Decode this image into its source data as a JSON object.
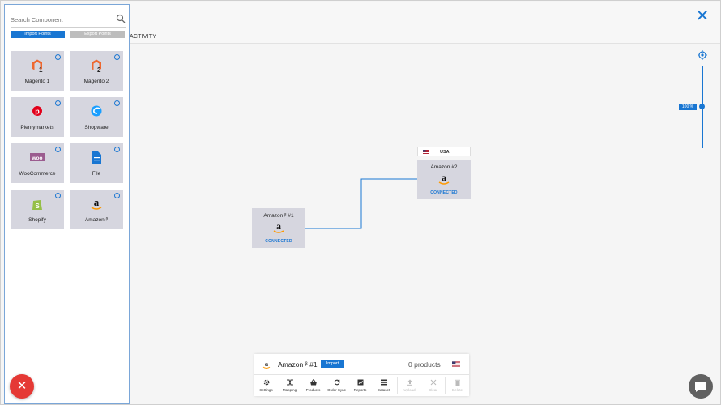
{
  "topbar": {
    "activity_tab": "ACTIVITY"
  },
  "panel": {
    "search": {
      "placeholder": "Search Component"
    },
    "import_label": "Import Points",
    "export_label": "Export Points",
    "components": [
      {
        "label": "Magento 1",
        "icon": "magento-1-icon"
      },
      {
        "label": "Magento 2",
        "icon": "magento-2-icon"
      },
      {
        "label": "Plentymarkets",
        "icon": "plentymarkets-icon"
      },
      {
        "label": "Shopware",
        "icon": "shopware-icon"
      },
      {
        "label": "WooCommerce",
        "icon": "woocommerce-icon"
      },
      {
        "label": "File",
        "icon": "file-icon"
      },
      {
        "label": "Shopify",
        "icon": "shopify-icon"
      },
      {
        "label": "Amazon ᵝ",
        "icon": "amazon-icon"
      }
    ]
  },
  "canvas": {
    "node1": {
      "name": "Amazon ᵝ #1",
      "status": "CONNECTED"
    },
    "node2": {
      "name": "Amazon #2",
      "status": "CONNECTED",
      "region": "USA"
    },
    "zoom": {
      "level": "100 %",
      "value_percent": 100
    }
  },
  "infobar": {
    "title": "Amazon ᵝ #1",
    "badge": "Import",
    "products": "0 products",
    "tools": [
      {
        "label": "Settings",
        "enabled": true
      },
      {
        "label": "Mapping",
        "enabled": true
      },
      {
        "label": "Products",
        "enabled": true
      },
      {
        "label": "Order Sync",
        "enabled": true
      },
      {
        "label": "Reports",
        "enabled": true
      },
      {
        "label": "Dataset",
        "enabled": true
      },
      {
        "label": "Upload",
        "enabled": false
      },
      {
        "label": "Clear",
        "enabled": false
      },
      {
        "label": "Delete",
        "enabled": false
      }
    ]
  },
  "colors": {
    "accent": "#1976d2",
    "danger": "#e53935",
    "card": "#d6d6df"
  }
}
